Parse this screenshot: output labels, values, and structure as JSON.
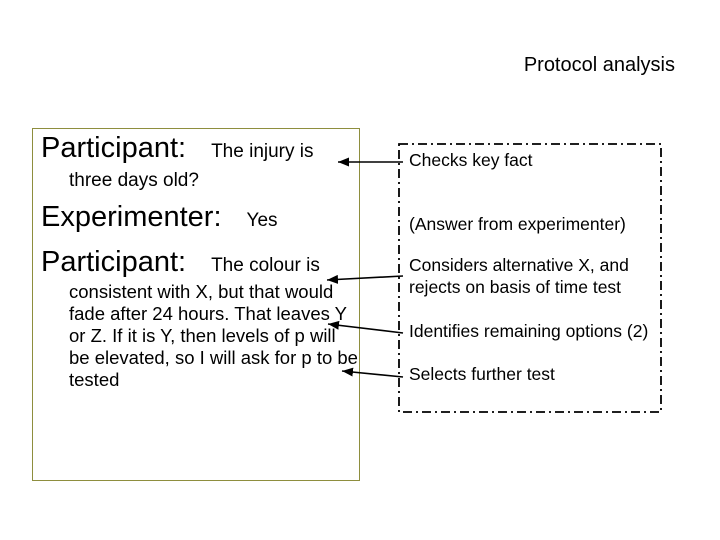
{
  "slide": {
    "title": "Protocol analysis"
  },
  "transcript_box": {
    "entries": [
      {
        "speaker": "Participant:",
        "inline": "The injury is",
        "lines": [
          "three days old?"
        ]
      },
      {
        "speaker": "Experimenter:",
        "inline": "Yes",
        "lines": []
      },
      {
        "speaker": "Participant:",
        "inline": "The colour is",
        "lines": [
          "consistent with X, but that would",
          "fade after 24 hours. That leaves Y",
          "or Z. If it is Y, then levels of p will",
          "be elevated, so I will ask for p to be",
          "tested"
        ]
      }
    ]
  },
  "annotation_box": {
    "items": [
      {
        "lines": [
          "Checks key fact"
        ]
      },
      {
        "lines": [
          "(Answer from experimenter)"
        ]
      },
      {
        "lines": [
          "Considers alternative X, and",
          "rejects on basis of time test"
        ]
      },
      {
        "lines": [
          "Identifies remaining options (2)"
        ]
      },
      {
        "lines": [
          "Selects further test"
        ]
      }
    ]
  },
  "colors": {
    "background": "#ffffff",
    "text": "#000000",
    "transcript_border": "#8e8e3e",
    "annotation_border": "#000000",
    "arrow": "#000000"
  }
}
